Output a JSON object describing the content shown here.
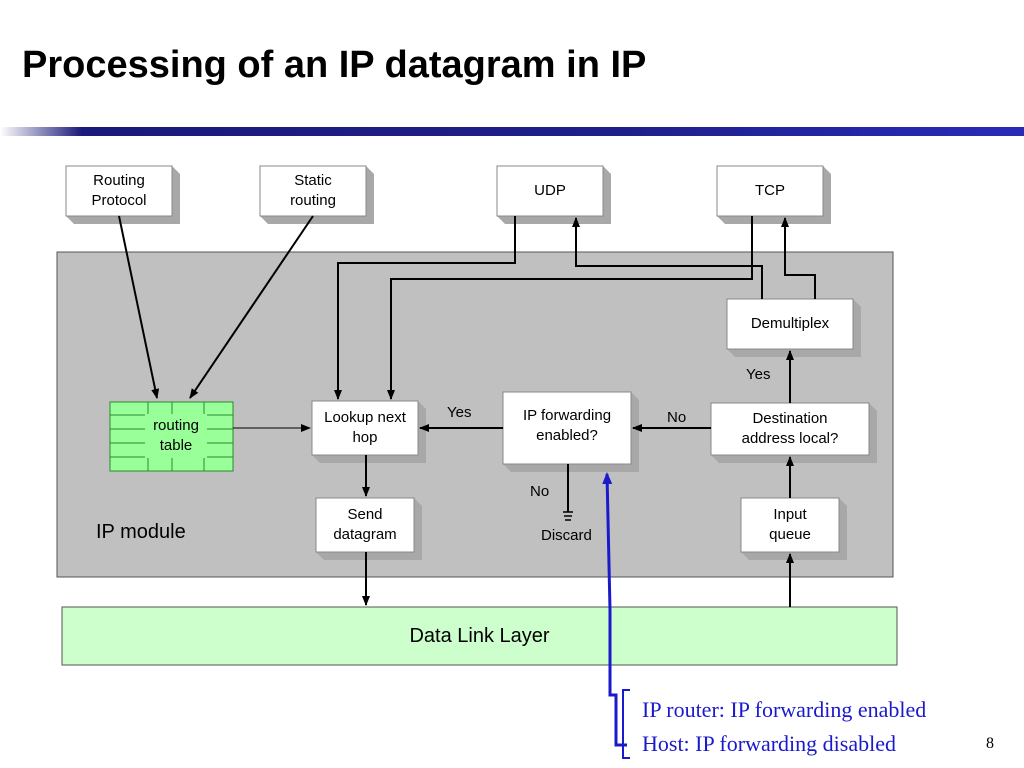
{
  "title": "Processing of an IP datagram in IP",
  "boxes": {
    "routing_protocol": "Routing\nProtocol",
    "static_routing": "Static\nrouting",
    "udp": "UDP",
    "tcp": "TCP",
    "demultiplex": "Demultiplex",
    "routing_table": "routing\ntable",
    "lookup_next_hop": "Lookup next\nhop",
    "ip_forwarding_enabled": "IP forwarding\nenabled?",
    "destination_address_local": "Destination\naddress local?",
    "send_datagram": "Send\ndatagram",
    "input_queue": "Input\nqueue"
  },
  "labels": {
    "yes_demux": "Yes",
    "yes_lookup": "Yes",
    "no_dest": "No",
    "no_forward": "No",
    "discard": "Discard",
    "ip_module": "IP module",
    "data_link_layer": "Data Link Layer"
  },
  "notes": {
    "router": "IP router: IP forwarding enabled",
    "host": "Host: IP forwarding disabled"
  },
  "page_number": "8",
  "colors": {
    "module_bg": "#c0c0c0",
    "box_bg": "#ffffff",
    "routing_table_bg": "#99ff99",
    "data_link_bg": "#ccffcc",
    "note_color": "#1a1acc",
    "rule_color": "#1f1f8a"
  }
}
